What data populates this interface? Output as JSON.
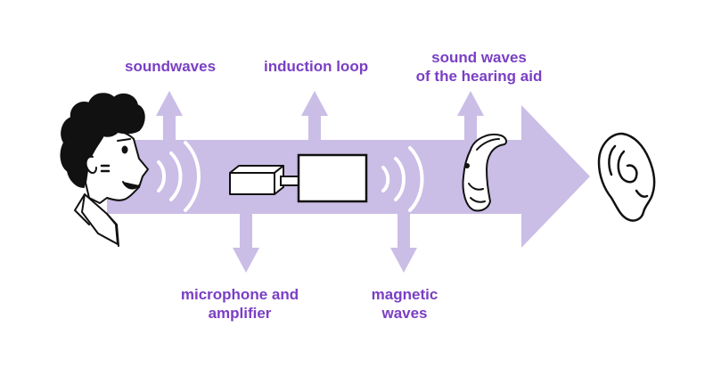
{
  "colors": {
    "label": "#7a3fc4",
    "arrow": "#cabde6",
    "ink": "#111111"
  },
  "labels": {
    "soundwaves": "soundwaves",
    "induction_loop": "induction loop",
    "hearing_aid_line1": "sound waves",
    "hearing_aid_line2": "of the hearing aid",
    "microphone_line1": "microphone and",
    "microphone_line2": "amplifier",
    "magnetic_line1": "magnetic",
    "magnetic_line2": "waves"
  },
  "icons": [
    "person-face-icon",
    "sound-waves-icon",
    "microphone-box-icon",
    "amplifier-box-icon",
    "hearing-aid-icon",
    "ear-icon"
  ]
}
